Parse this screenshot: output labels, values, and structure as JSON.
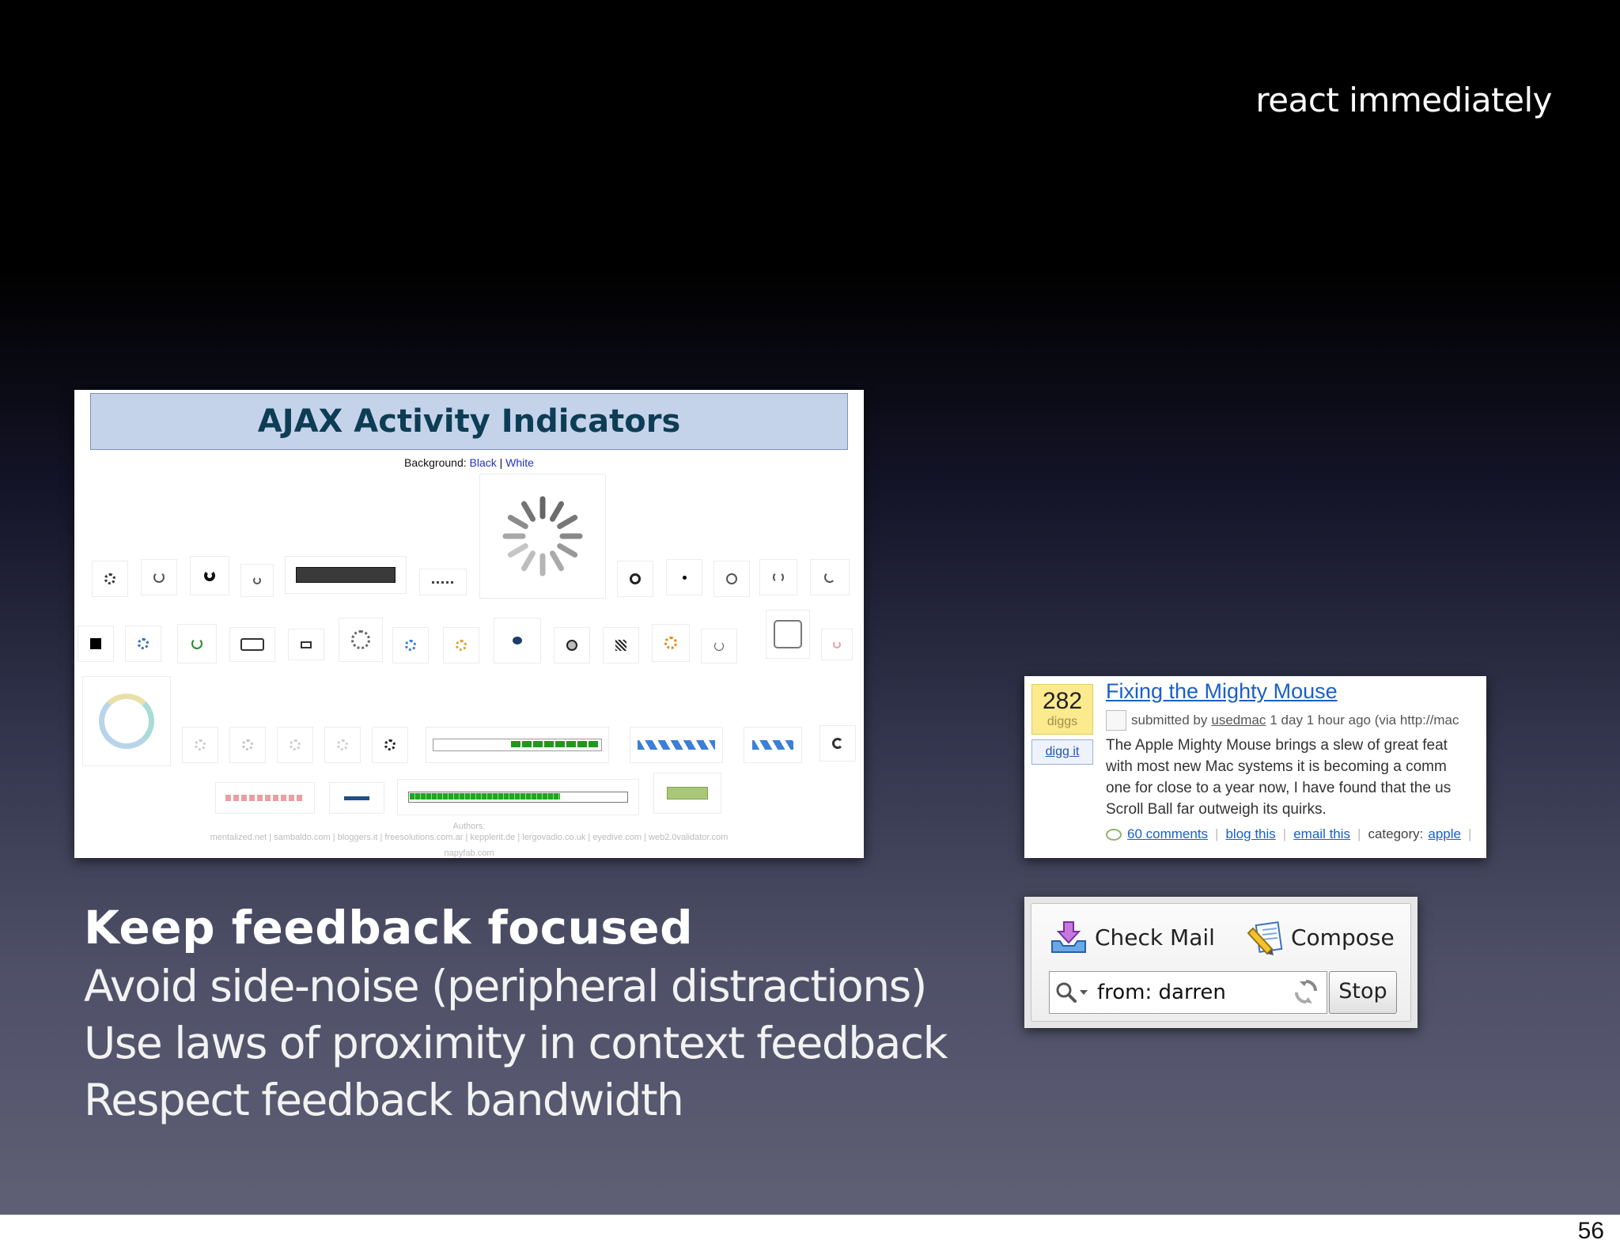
{
  "slide": {
    "headline": "react immediately",
    "page_number": "56",
    "heading": "Keep feedback focused",
    "bullets": [
      "Avoid side-noise (peripheral distractions)",
      "Use laws of proximity in context feedback",
      "Respect feedback bandwidth"
    ]
  },
  "ajax": {
    "title": "AJAX Activity Indicators",
    "background_label": "Background:",
    "black_link": "Black",
    "link_sep": "|",
    "white_link": "White",
    "authors_label": "Authors:",
    "authors_list": "mentalized.net | sambaldo.com | bloggers.it | freesolutions.com.ar | kepplerit.de | lergovadio.co.uk | eyedive.com | web2.0validator.com",
    "authors_extra": "napyfab.com"
  },
  "digg": {
    "count": "282",
    "count_unit": "diggs",
    "digg_button": "digg it",
    "title": "Fixing the Mighty Mouse",
    "submitted_prefix": "submitted by",
    "submitter": "usedmac",
    "submitted_suffix": "1 day 1 hour ago (via http://mac",
    "body_lines": [
      "The Apple Mighty Mouse brings a slew of great feat",
      "with most new Mac systems it is becoming a comm",
      "one for close to a year now, I have found that the us",
      "Scroll Ball far outweigh its quirks."
    ],
    "comments": "60 comments",
    "blog_this": "blog this",
    "email_this": "email this",
    "category_label": "category:",
    "category": "apple",
    "separator": "|"
  },
  "mail": {
    "check_mail": "Check Mail",
    "compose": "Compose",
    "search_value": "from: darren",
    "stop": "Stop"
  }
}
